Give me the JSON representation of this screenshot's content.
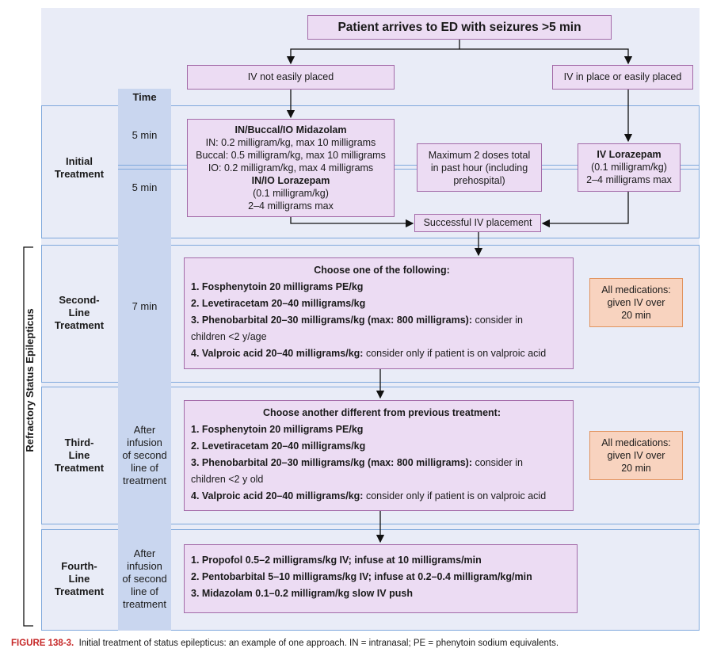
{
  "start": "Patient arrives to ED with seizures >5 min",
  "iv_not_placed": "IV not easily placed",
  "iv_placed": "IV in place or easily placed",
  "time_header": "Time",
  "initial": {
    "label": [
      "Initial",
      "Treatment"
    ],
    "time1": "5 min",
    "time2": "5 min",
    "midazolam_title": "IN/Buccal/IO Midazolam",
    "midazolam_lines": [
      "IN: 0.2 milligram/kg, max 10 milligrams",
      "Buccal: 0.5 milligram/kg, max 10 milligrams",
      "IO: 0.2 milligram/kg, max 4 milligrams"
    ],
    "lorazepam_in_title": "IN/IO Lorazepam",
    "lorazepam_in_lines": [
      "(0.1 milligram/kg)",
      "2–4 milligrams max"
    ],
    "max_doses": [
      "Maximum 2 doses total",
      "in past hour (including",
      "prehospital)"
    ],
    "lorazepam_iv_title": "IV Lorazepam",
    "lorazepam_iv_lines": [
      "(0.1 milligram/kg)",
      "2–4 milligrams max"
    ],
    "successful_iv": "Successful IV placement"
  },
  "second": {
    "label": [
      "Second-",
      "Line",
      "Treatment"
    ],
    "time": "7 min",
    "heading": "Choose one of the following:",
    "items": [
      {
        "bold": "1. Fosphenytoin 20 milligrams PE/kg",
        "text": ""
      },
      {
        "bold": "2. Levetiracetam 20–40 milligrams/kg",
        "text": ""
      },
      {
        "bold": "3. Phenobarbital 20–30 milligrams/kg (max: 800 milligrams):",
        "text": " consider in"
      },
      {
        "bold": "",
        "text": "children <2 y/age"
      },
      {
        "bold": "4. Valproic acid 20–40 milligrams/kg:",
        "text": " consider only if patient is on valproic acid"
      }
    ],
    "note": [
      "All medications:",
      "given IV over",
      "20 min"
    ]
  },
  "third": {
    "label": [
      "Third-",
      "Line",
      "Treatment"
    ],
    "time": [
      "After",
      "infusion",
      "of second",
      "line of",
      "treatment"
    ],
    "heading": "Choose another different from previous treatment:",
    "items": [
      {
        "bold": "1. Fosphenytoin 20 milligrams PE/kg",
        "text": ""
      },
      {
        "bold": "2. Levetiracetam 20–40 milligrams/kg",
        "text": ""
      },
      {
        "bold": "3. Phenobarbital 20–30 milligrams/kg (max: 800 milligrams):",
        "text": " consider in"
      },
      {
        "bold": "",
        "text": "children <2 y old"
      },
      {
        "bold": "4. Valproic acid 20–40 milligrams/kg:",
        "text": " consider only if patient is on valproic acid"
      }
    ],
    "note": [
      "All medications:",
      "given IV over",
      "20 min"
    ]
  },
  "fourth": {
    "label": [
      "Fourth-",
      "Line",
      "Treatment"
    ],
    "time": [
      "After",
      "infusion",
      "of second",
      "line of",
      "treatment"
    ],
    "items": [
      "1. Propofol 0.5–2 milligrams/kg IV; infuse at 10 milligrams/min",
      "2. Pentobarbital 5–10 milligrams/kg IV; infuse at 0.2–0.4 milligram/kg/min",
      "3. Midazolam 0.1–0.2 milligram/kg slow IV push"
    ]
  },
  "refractory_label": "Refractory Status Epilepticus",
  "caption": {
    "figure": "FIGURE 138-3.",
    "text": "Initial treatment of status epilepticus: an example of one approach. IN = intranasal; PE = phenytoin sodium equivalents."
  },
  "colors": {
    "box_fill": "#ecdcf3",
    "box_border": "#a36aa8",
    "band_border": "#7fa8dc",
    "note_fill": "#f8d3bf",
    "caption_red": "#c62828"
  }
}
